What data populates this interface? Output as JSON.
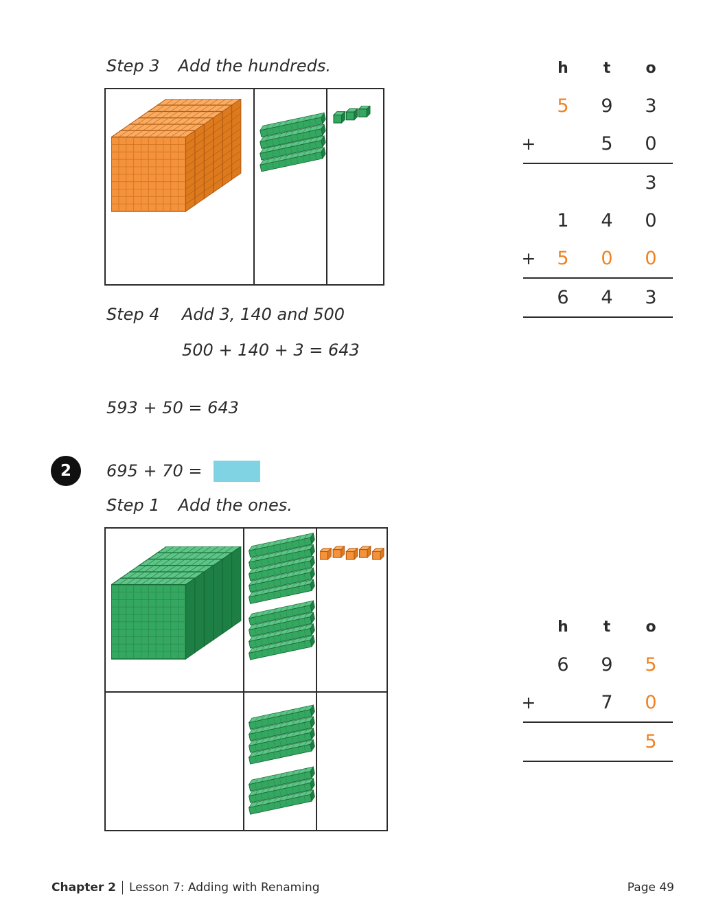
{
  "colors": {
    "orange": "#F08221",
    "green": "#34A761",
    "answer_box_blue": "#7FD3E3",
    "text": "#2B2B2B"
  },
  "step3": {
    "label": "Step 3",
    "title": "Add the hundreds.",
    "blocks": {
      "hundreds_flats": 6,
      "tens_rods": 4,
      "ones_cubes": 3,
      "hundreds_color": "orange",
      "tens_color": "green",
      "ones_color": "green"
    }
  },
  "table1": {
    "headers": [
      "h",
      "t",
      "o"
    ],
    "rows": [
      {
        "sign": "",
        "h": "5",
        "t": "9",
        "o": "3"
      },
      {
        "sign": "+",
        "h": "",
        "t": "5",
        "o": "0"
      },
      {
        "sign": "",
        "h": "",
        "t": "",
        "o": "3"
      },
      {
        "sign": "",
        "h": "1",
        "t": "4",
        "o": "0"
      },
      {
        "sign": "+",
        "h": "5",
        "t": "0",
        "o": "0"
      },
      {
        "sign": "",
        "h": "6",
        "t": "4",
        "o": "3"
      }
    ]
  },
  "step4": {
    "label": "Step 4",
    "title": "Add 3, 140 and 500",
    "equation": "500 + 140 + 3 = 643"
  },
  "summary_equation": "593 + 50 = 643",
  "problem2": {
    "number": "2",
    "expression": "695 + 70 ="
  },
  "step1": {
    "label": "Step 1",
    "title": "Add the ones.",
    "blocks_row1": {
      "hundreds_flats": 6,
      "tens_rods": 9,
      "ones_cubes": 5,
      "hundreds_color": "green",
      "tens_color": "green",
      "ones_color": "orange"
    },
    "blocks_row2": {
      "tens_rods": 7,
      "tens_color": "green"
    }
  },
  "table2": {
    "headers": [
      "h",
      "t",
      "o"
    ],
    "rows": [
      {
        "sign": "",
        "h": "6",
        "t": "9",
        "o": "5"
      },
      {
        "sign": "+",
        "h": "",
        "t": "7",
        "o": "0"
      },
      {
        "sign": "",
        "h": "",
        "t": "",
        "o": "5"
      }
    ]
  },
  "footer": {
    "chapter": "Chapter 2",
    "lesson": "Lesson 7: Adding with Renaming",
    "page": "Page 49"
  }
}
